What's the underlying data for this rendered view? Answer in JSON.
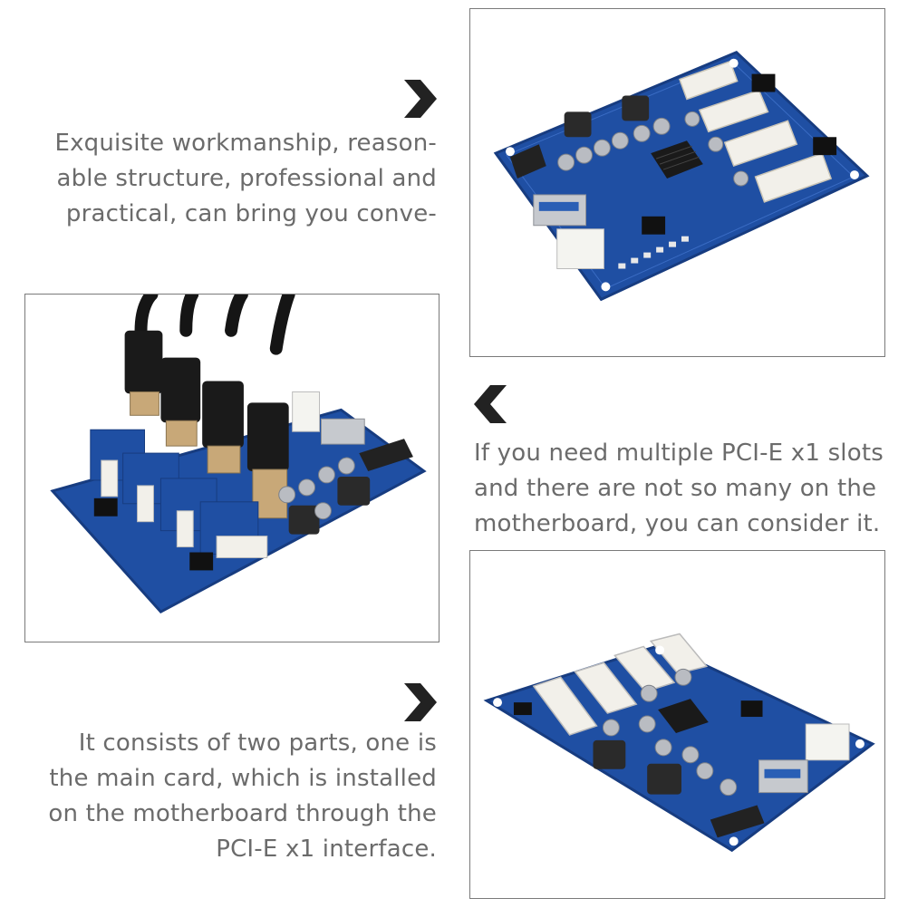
{
  "sections": [
    {
      "lines": [
        "Exquisite workmanship, reason-",
        "able structure, professional and",
        "practical, can bring you conve-"
      ],
      "arrow_icon": "chevron-right-icon",
      "photo": "pcie-splitter-board-top-view"
    },
    {
      "lines": [
        "If you need multiple PCI-E x1 slots",
        "and there are not so many on the",
        "motherboard, you can consider it."
      ],
      "arrow_icon": "chevron-left-icon",
      "photo": "pcie-splitter-with-usb-risers"
    },
    {
      "lines": [
        "It consists of two parts, one is",
        "the main card, which is installed",
        "on the motherboard through the",
        "PCI-E x1 interface."
      ],
      "arrow_icon": "chevron-right-icon",
      "photo": "pcie-splitter-board-angled-view"
    }
  ],
  "colors": {
    "text": "#6b6b6b",
    "arrow": "#222222",
    "frame_border": "#7a7a7a",
    "pcb_blue": "#1f4fa3",
    "slot_white": "#f2f0ea"
  }
}
